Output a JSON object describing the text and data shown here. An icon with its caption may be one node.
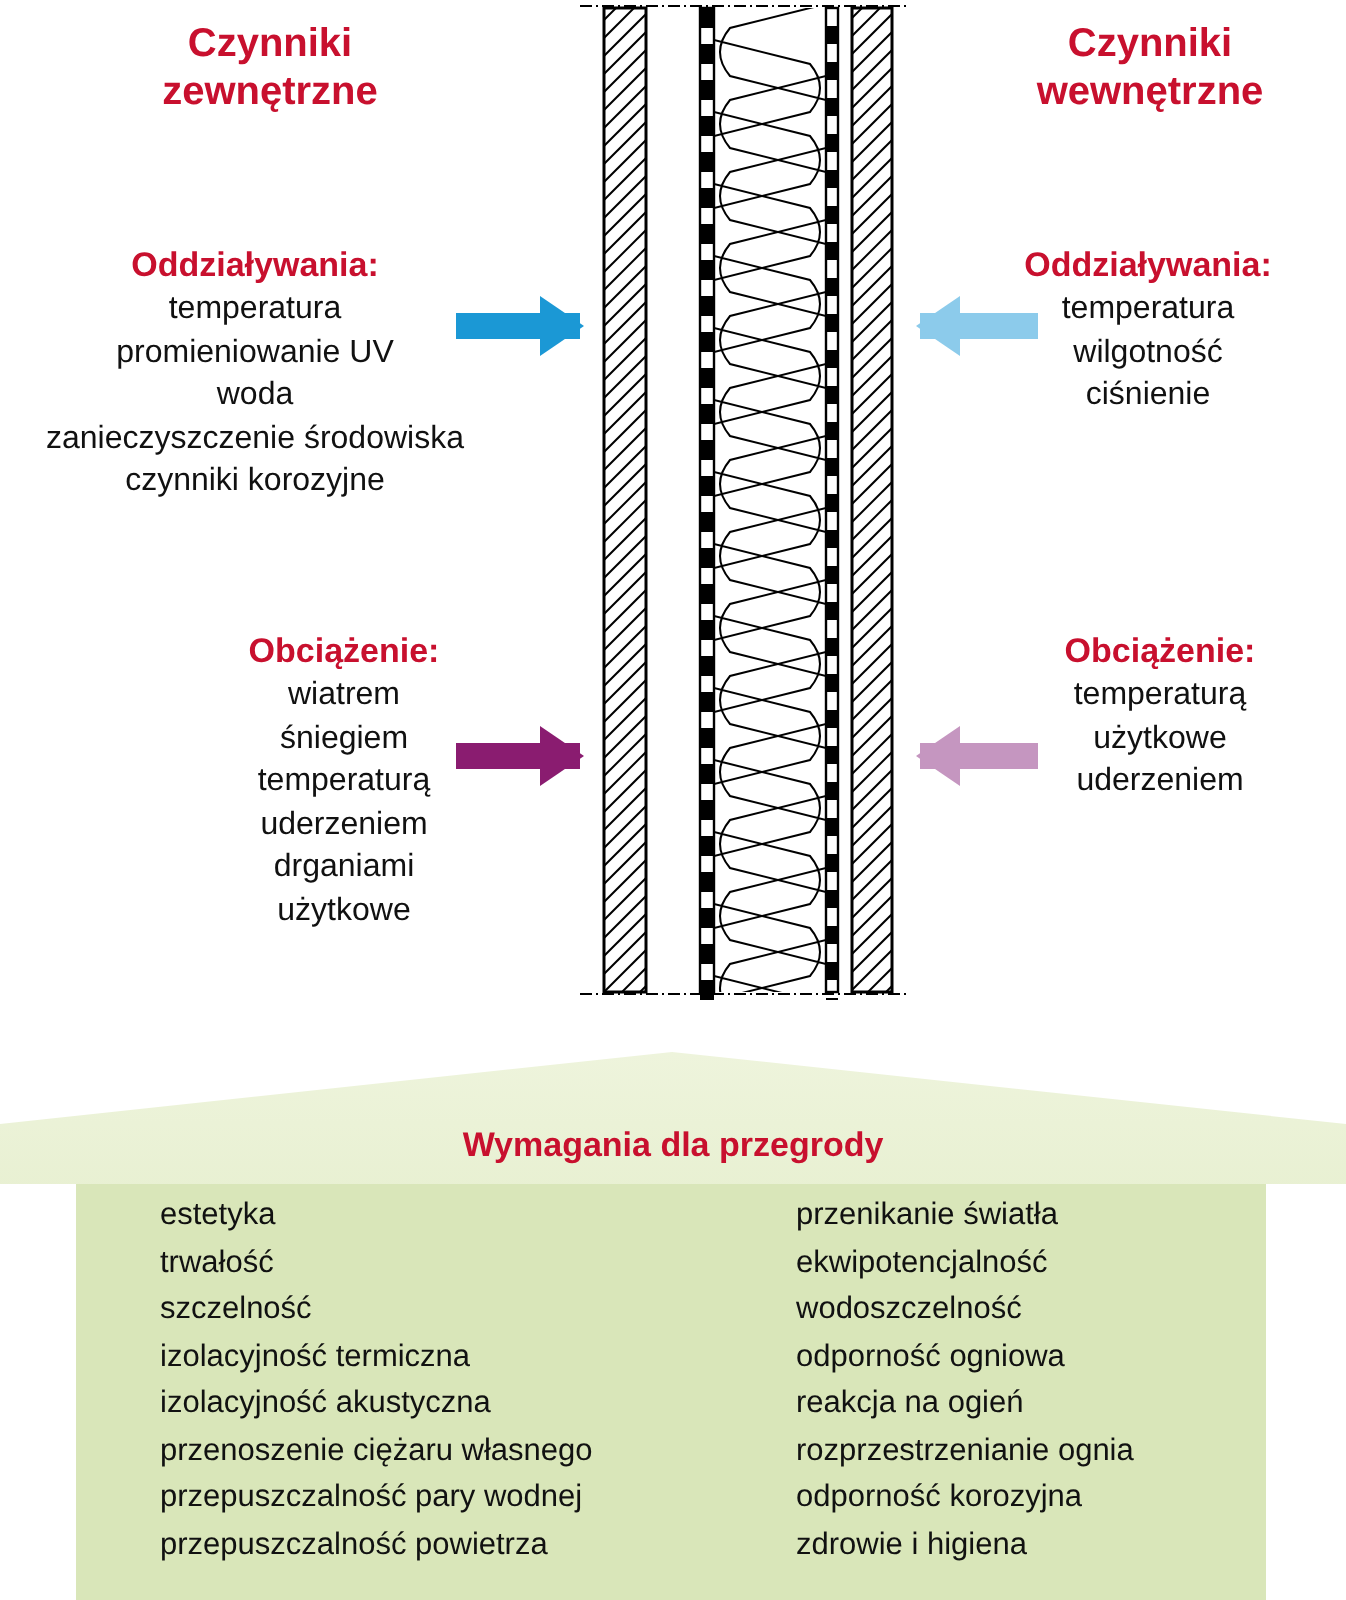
{
  "diagram": {
    "nodes": [
      {
        "text": [
          "Oddziaływania:",
          "temperatura",
          "promieniowanie UV",
          "woda",
          "zanieczyszczenie środowiska",
          "czynniki korozyjne"
        ]
      },
      {
        "text": [
          "Oddziaływania:",
          "temperatura",
          "wilgotność",
          "ciśnienie"
        ]
      },
      {
        "text": [
          "Obciążenie:",
          "wiatrem",
          "śniegiem",
          "temperaturą",
          "uderzeniem",
          "drganiami",
          "użytkowe"
        ]
      },
      {
        "text": [
          "Obciążenie:",
          "temperaturą",
          "użytkowe",
          "uderzeniem"
        ]
      },
      {
        "text": [],
        "shape": "picture"
      },
      {
        "text": [
          "Wymagania dla przegrody",
          "estetyka",
          "trwałość",
          "szczelność",
          "izolacyjność termiczna",
          "izolacyjność akustyczna",
          "przenoszenie ciężaru własnego",
          "przepuszczalność pary wodnej",
          "przepuszczalność powietrza",
          "przenikanie światła",
          "ekwipotencjalność",
          "wodoszczelność",
          "odporność ogniowa",
          "reakcja na ogień",
          "rozprzestrzenianie ognia",
          "odporność korozyjna",
          "zdrowie i higiena"
        ]
      }
    ],
    "edges": [
      {
        "from": 0,
        "to": 4,
        "arrow": "to",
        "color": "#1b98d5"
      },
      {
        "from": 1,
        "to": 4,
        "arrow": "to",
        "color": "#8ccbeb"
      },
      {
        "from": 2,
        "to": 4,
        "arrow": "to",
        "color": "#8a1c70"
      },
      {
        "from": 3,
        "to": 4,
        "arrow": "to",
        "color": "#c596c0"
      }
    ],
    "labels": [
      "Czynniki zewnętrzne",
      "Czynniki wewnętrzne"
    ]
  }
}
